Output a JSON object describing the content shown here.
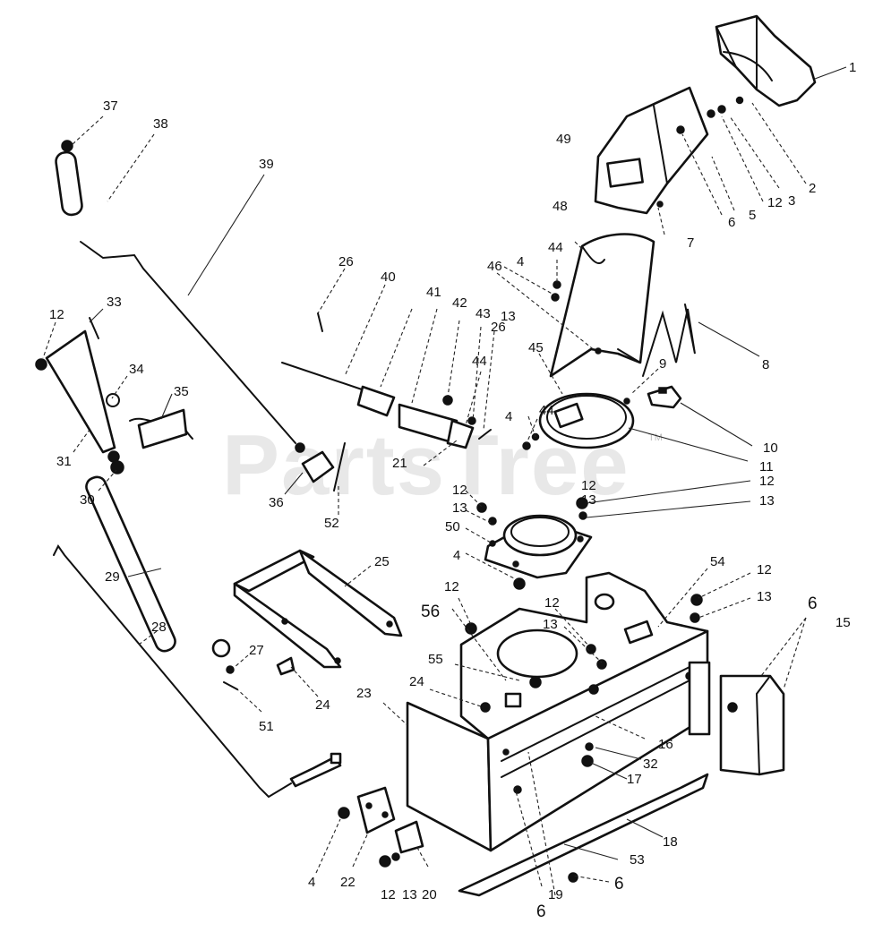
{
  "watermark": {
    "text": "PartsTree",
    "trademark": "TM"
  },
  "callouts": [
    {
      "id": "c1",
      "text": "1"
    },
    {
      "id": "c2",
      "text": "2"
    },
    {
      "id": "c3",
      "text": "3"
    },
    {
      "id": "c4",
      "text": "12"
    },
    {
      "id": "c5",
      "text": "5"
    },
    {
      "id": "c6",
      "text": "6"
    },
    {
      "id": "c7",
      "text": "7"
    },
    {
      "id": "c8",
      "text": "8"
    },
    {
      "id": "c9",
      "text": "9"
    },
    {
      "id": "c10",
      "text": "10"
    },
    {
      "id": "c11",
      "text": "11"
    },
    {
      "id": "c12",
      "text": "12"
    },
    {
      "id": "c13",
      "text": "13"
    },
    {
      "id": "c14",
      "text": "12"
    },
    {
      "id": "c15",
      "text": "13"
    },
    {
      "id": "c16",
      "text": "6"
    },
    {
      "id": "c17",
      "text": "15"
    },
    {
      "id": "c18",
      "text": "16"
    },
    {
      "id": "c19",
      "text": "32"
    },
    {
      "id": "c20",
      "text": "17"
    },
    {
      "id": "c21",
      "text": "18"
    },
    {
      "id": "c22",
      "text": "53"
    },
    {
      "id": "c23",
      "text": "6"
    },
    {
      "id": "c24",
      "text": "19"
    },
    {
      "id": "c25",
      "text": "6"
    },
    {
      "id": "c26",
      "text": "20"
    },
    {
      "id": "c27",
      "text": "13"
    },
    {
      "id": "c28",
      "text": "12"
    },
    {
      "id": "c29",
      "text": "22"
    },
    {
      "id": "c30",
      "text": "4"
    },
    {
      "id": "c31",
      "text": "23"
    },
    {
      "id": "c32",
      "text": "24"
    },
    {
      "id": "c33",
      "text": "55"
    },
    {
      "id": "c34",
      "text": "56"
    },
    {
      "id": "c35",
      "text": "12"
    },
    {
      "id": "c36",
      "text": "12"
    },
    {
      "id": "c37",
      "text": "13"
    },
    {
      "id": "c38",
      "text": "54"
    },
    {
      "id": "c39",
      "text": "4"
    },
    {
      "id": "c40",
      "text": "50"
    },
    {
      "id": "c41",
      "text": "13"
    },
    {
      "id": "c42",
      "text": "12"
    },
    {
      "id": "c43",
      "text": "49"
    },
    {
      "id": "c44",
      "text": "48"
    },
    {
      "id": "c45",
      "text": "44"
    },
    {
      "id": "c46",
      "text": "4"
    },
    {
      "id": "c47",
      "text": "46"
    },
    {
      "id": "c48",
      "text": "45"
    },
    {
      "id": "c49",
      "text": "44"
    },
    {
      "id": "c50",
      "text": "4"
    },
    {
      "id": "c51",
      "text": "21"
    },
    {
      "id": "c52",
      "text": "26"
    },
    {
      "id": "c53",
      "text": "13"
    },
    {
      "id": "c54",
      "text": "43"
    },
    {
      "id": "c55",
      "text": "42"
    },
    {
      "id": "c56",
      "text": "44"
    },
    {
      "id": "c57",
      "text": "41"
    },
    {
      "id": "c58",
      "text": "40"
    },
    {
      "id": "c59",
      "text": "26"
    },
    {
      "id": "c60",
      "text": "39"
    },
    {
      "id": "c61",
      "text": "38"
    },
    {
      "id": "c62",
      "text": "37"
    },
    {
      "id": "c63",
      "text": "33"
    },
    {
      "id": "c64",
      "text": "12"
    },
    {
      "id": "c65",
      "text": "34"
    },
    {
      "id": "c66",
      "text": "35"
    },
    {
      "id": "c67",
      "text": "31"
    },
    {
      "id": "c68",
      "text": "30"
    },
    {
      "id": "c69",
      "text": "36"
    },
    {
      "id": "c70",
      "text": "52"
    },
    {
      "id": "c71",
      "text": "29"
    },
    {
      "id": "c72",
      "text": "25"
    },
    {
      "id": "c73",
      "text": "28"
    },
    {
      "id": "c74",
      "text": "27"
    },
    {
      "id": "c75",
      "text": "51"
    },
    {
      "id": "c76",
      "text": "24"
    },
    {
      "id": "c77",
      "text": "12"
    },
    {
      "id": "c78",
      "text": "13"
    }
  ]
}
